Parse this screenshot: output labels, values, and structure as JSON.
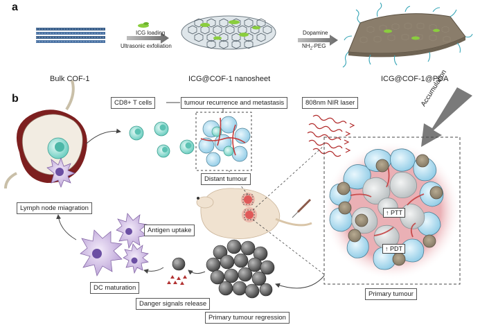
{
  "panel_a": {
    "label": "a",
    "step1_line1": "ICG loading",
    "step1_line2": "Ultrasonic exfoliation",
    "step2_line1": "Dopamine",
    "step2_line2_main": "NH",
    "step2_line2_sub": "2",
    "step2_line2_rest": "-PEG",
    "bulk_caption": "Bulk COF-1",
    "nanosheet_caption": "ICG@COF-1 nanosheet",
    "pda_caption": "ICG@COF-1@PDA"
  },
  "panel_b": {
    "label": "b",
    "cd8_box": "CD8+ T cells",
    "recurrence_box": "tumour recurrence and metastasis",
    "laser_box": "808nm NIR laser",
    "accumulation": "Accumulation",
    "distant_tumour": "Distant tumour",
    "lymph_node": "Lymph node miagration",
    "antigen_uptake": "Antigen uptake",
    "dc_maturation": "DC maturation",
    "danger_signals": "Danger signals release",
    "primary_regression": "Primary tumour regression",
    "primary_tumour": "Primary tumour",
    "ptt": "↑ PTT",
    "pdt": "↑ PDT"
  }
}
